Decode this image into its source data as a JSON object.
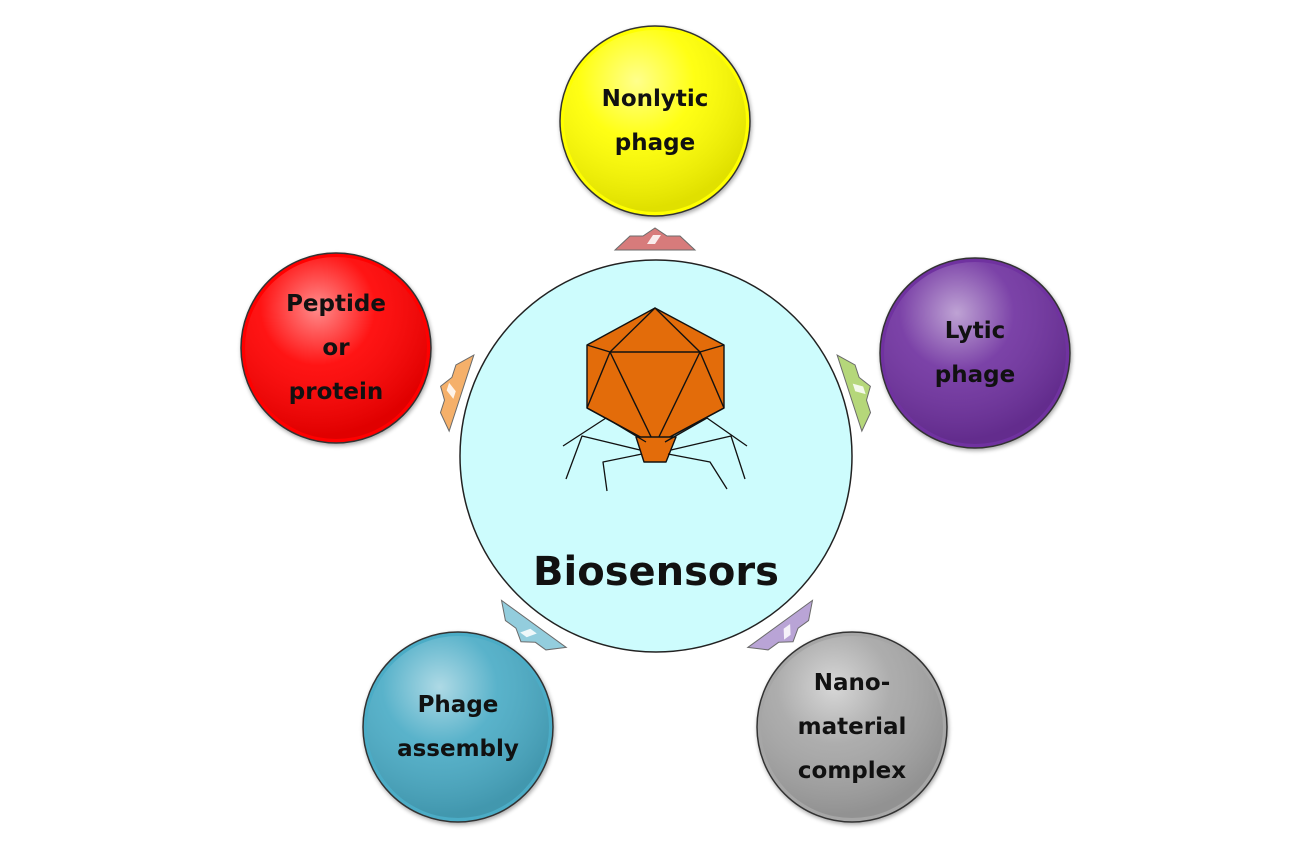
{
  "center": {
    "title": "Biosensors",
    "fill": "#cdfcfd",
    "icon": "bacteriophage-icon",
    "icon_color": "#e36c0a"
  },
  "nodes": [
    {
      "id": "nonlytic-phage",
      "lines": [
        "Nonlytic",
        "phage"
      ],
      "fill": "#ffff00",
      "arrow_color": "#d77b7b"
    },
    {
      "id": "lytic-phage",
      "lines": [
        "Lytic",
        "phage"
      ],
      "fill": "#7030a0",
      "arrow_color": "#b5d77a"
    },
    {
      "id": "nano-material-complex",
      "lines": [
        "Nano-",
        "material",
        "complex"
      ],
      "fill": "#a6a6a6",
      "arrow_color": "#b9a4d6"
    },
    {
      "id": "phage-assembly",
      "lines": [
        "Phage",
        "assembly"
      ],
      "fill": "#4bacc6",
      "arrow_color": "#93cddd"
    },
    {
      "id": "peptide-or-protein",
      "lines": [
        "Peptide",
        "or",
        "protein"
      ],
      "fill": "#ff0000",
      "arrow_color": "#f5b06a"
    }
  ]
}
